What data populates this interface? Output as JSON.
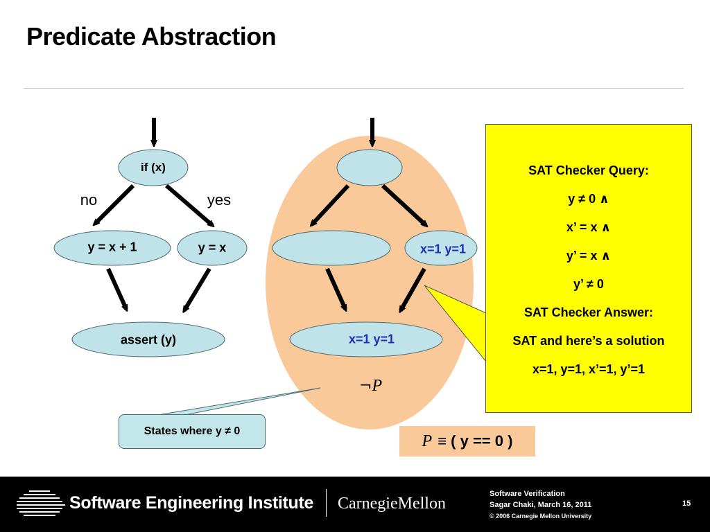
{
  "slide": {
    "title": "Predicate Abstraction"
  },
  "left_cfg": {
    "nodes": {
      "if": "if (x)",
      "inc": "y = x + 1",
      "assign": "y = x",
      "assert": "assert (y)"
    },
    "branch_no": "no",
    "branch_yes": "yes"
  },
  "right_cfg": {
    "node_right": "x=1 y=1",
    "node_bottom": "x=1 y=1",
    "region_label_neg": "¬",
    "region_label_p": "P"
  },
  "sat_panel": {
    "lines": [
      "SAT Checker Query:",
      "y ≠ 0 ∧",
      "x’ = x ∧",
      "y’ = x ∧",
      "y’ ≠ 0",
      "SAT Checker Answer:",
      "SAT and here’s a solution",
      "x=1, y=1, x’=1, y’=1"
    ]
  },
  "callout_states": "States where y ≠ 0",
  "predicate_def": {
    "symbol": "P",
    "expr": "≡ ( y == 0 )"
  },
  "footer": {
    "org": "Software Engineering Institute",
    "university": "CarnegieMellon",
    "course": "Software Verification",
    "author_date": "Sagar Chaki, March 16, 2011",
    "copyright": "© 2006 Carnegie Mellon University",
    "page": "15"
  },
  "colors": {
    "node_fill": "#bfe3e8",
    "region_fill": "#f9c99a",
    "sat_fill": "#ffff00",
    "highlight_text": "#1f2fb5"
  }
}
